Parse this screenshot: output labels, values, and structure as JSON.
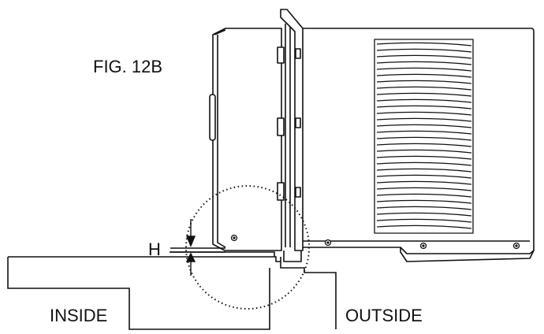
{
  "figure": {
    "label": "FIG. 12B"
  },
  "labels": {
    "height": "H",
    "inside": "INSIDE",
    "outside": "OUTSIDE"
  },
  "colors": {
    "stroke": "#111111",
    "background": "#ffffff"
  },
  "icons": {
    "arrow_down": "down-arrow-icon",
    "arrow_up": "up-arrow-icon"
  }
}
